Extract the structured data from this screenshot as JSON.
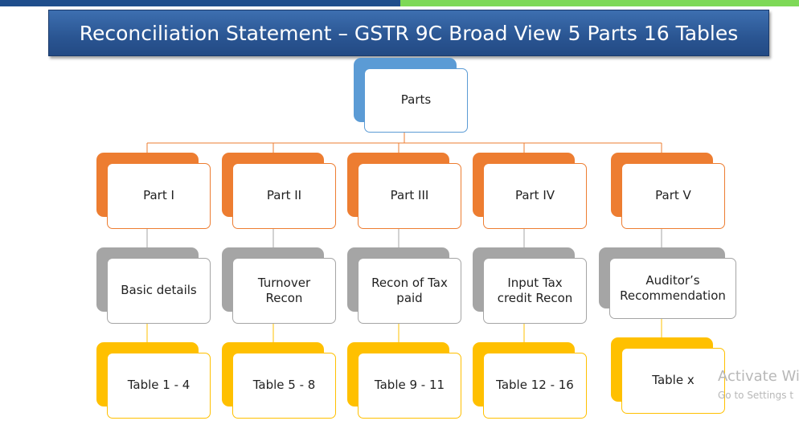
{
  "title": "Reconciliation Statement – GSTR 9C Broad View 5 Parts 16 Tables",
  "root": {
    "label": "Parts"
  },
  "parts": [
    {
      "label": "Part I",
      "topic": "Basic details",
      "tables": "Table 1 - 4"
    },
    {
      "label": "Part II",
      "topic": "Turnover Recon",
      "tables": "Table 5 - 8"
    },
    {
      "label": "Part III",
      "topic": "Recon of Tax paid",
      "tables": "Table 9 - 11"
    },
    {
      "label": "Part IV",
      "topic": "Input Tax credit Recon",
      "tables": "Table 12 - 16"
    },
    {
      "label": "Part V",
      "topic": "Auditor’s Recommendation",
      "tables": "Table x"
    }
  ],
  "colors": {
    "parts": "#ed7d31",
    "topics": "#a5a5a5",
    "tables": "#ffc000",
    "root": "#5b9bd5",
    "title_band": "#2a5592"
  },
  "watermark": {
    "line1": "Activate Wi",
    "line2": "Go to Settings t"
  }
}
